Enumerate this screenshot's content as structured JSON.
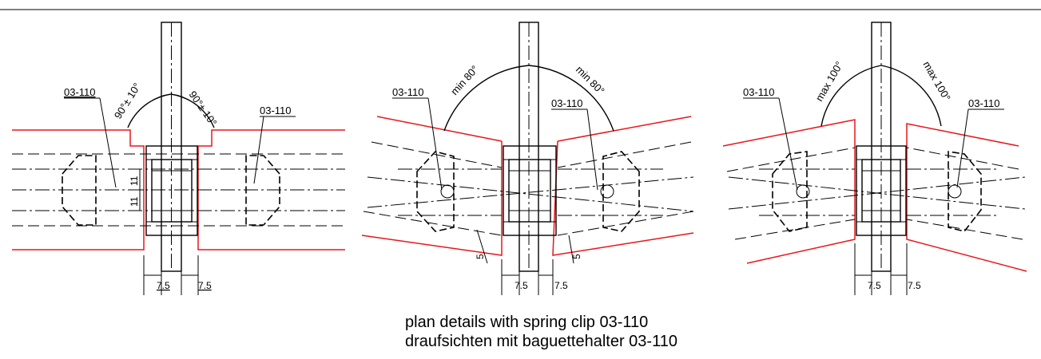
{
  "caption": {
    "line1": "plan details with spring clip 03-110",
    "line2": "draufsichten mit baguettehalter 03-110"
  },
  "details": [
    {
      "angle_left": "90°± 10°",
      "angle_right": "90°± 10°",
      "part_left": "03-110",
      "part_right": "03-110",
      "gap_left": "7.5",
      "gap_right": "7.5",
      "dim_upper": "11",
      "dim_lower": "11"
    },
    {
      "angle_left": "min 80°",
      "angle_right": "min 80°",
      "part_left": "03-110",
      "part_right": "03-110",
      "gap_left": "7.5",
      "gap_right": "7.5",
      "offset_left": "5",
      "offset_right": "5"
    },
    {
      "angle_left": "max 100°",
      "angle_right": "max 100°",
      "part_left": "03-110",
      "part_right": "03-110",
      "gap_left": "7.5",
      "gap_right": "7.5"
    }
  ],
  "colors": {
    "glass_edge": "#e8161b",
    "line": "#000000"
  }
}
